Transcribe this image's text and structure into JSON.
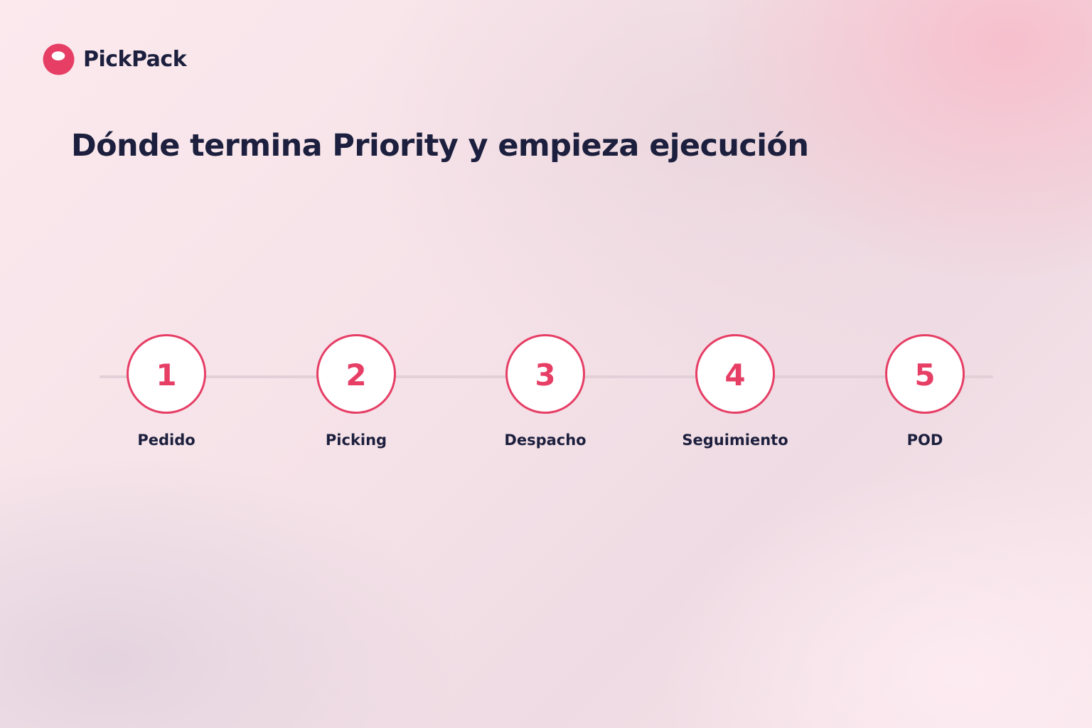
{
  "brand": {
    "name": "PickPack",
    "logo_icon": "pickpack-logo-icon"
  },
  "title": "Dónde termina Priority y empieza ejecución",
  "steps": [
    {
      "number": "1",
      "label": "Pedido"
    },
    {
      "number": "2",
      "label": "Picking"
    },
    {
      "number": "3",
      "label": "Despacho"
    },
    {
      "number": "4",
      "label": "Seguimiento"
    },
    {
      "number": "5",
      "label": "POD"
    }
  ],
  "colors": {
    "accent": "#e63e65",
    "ink": "#1c1f3d",
    "line": "#e3cfd8",
    "circle_fill": "#ffffff"
  }
}
